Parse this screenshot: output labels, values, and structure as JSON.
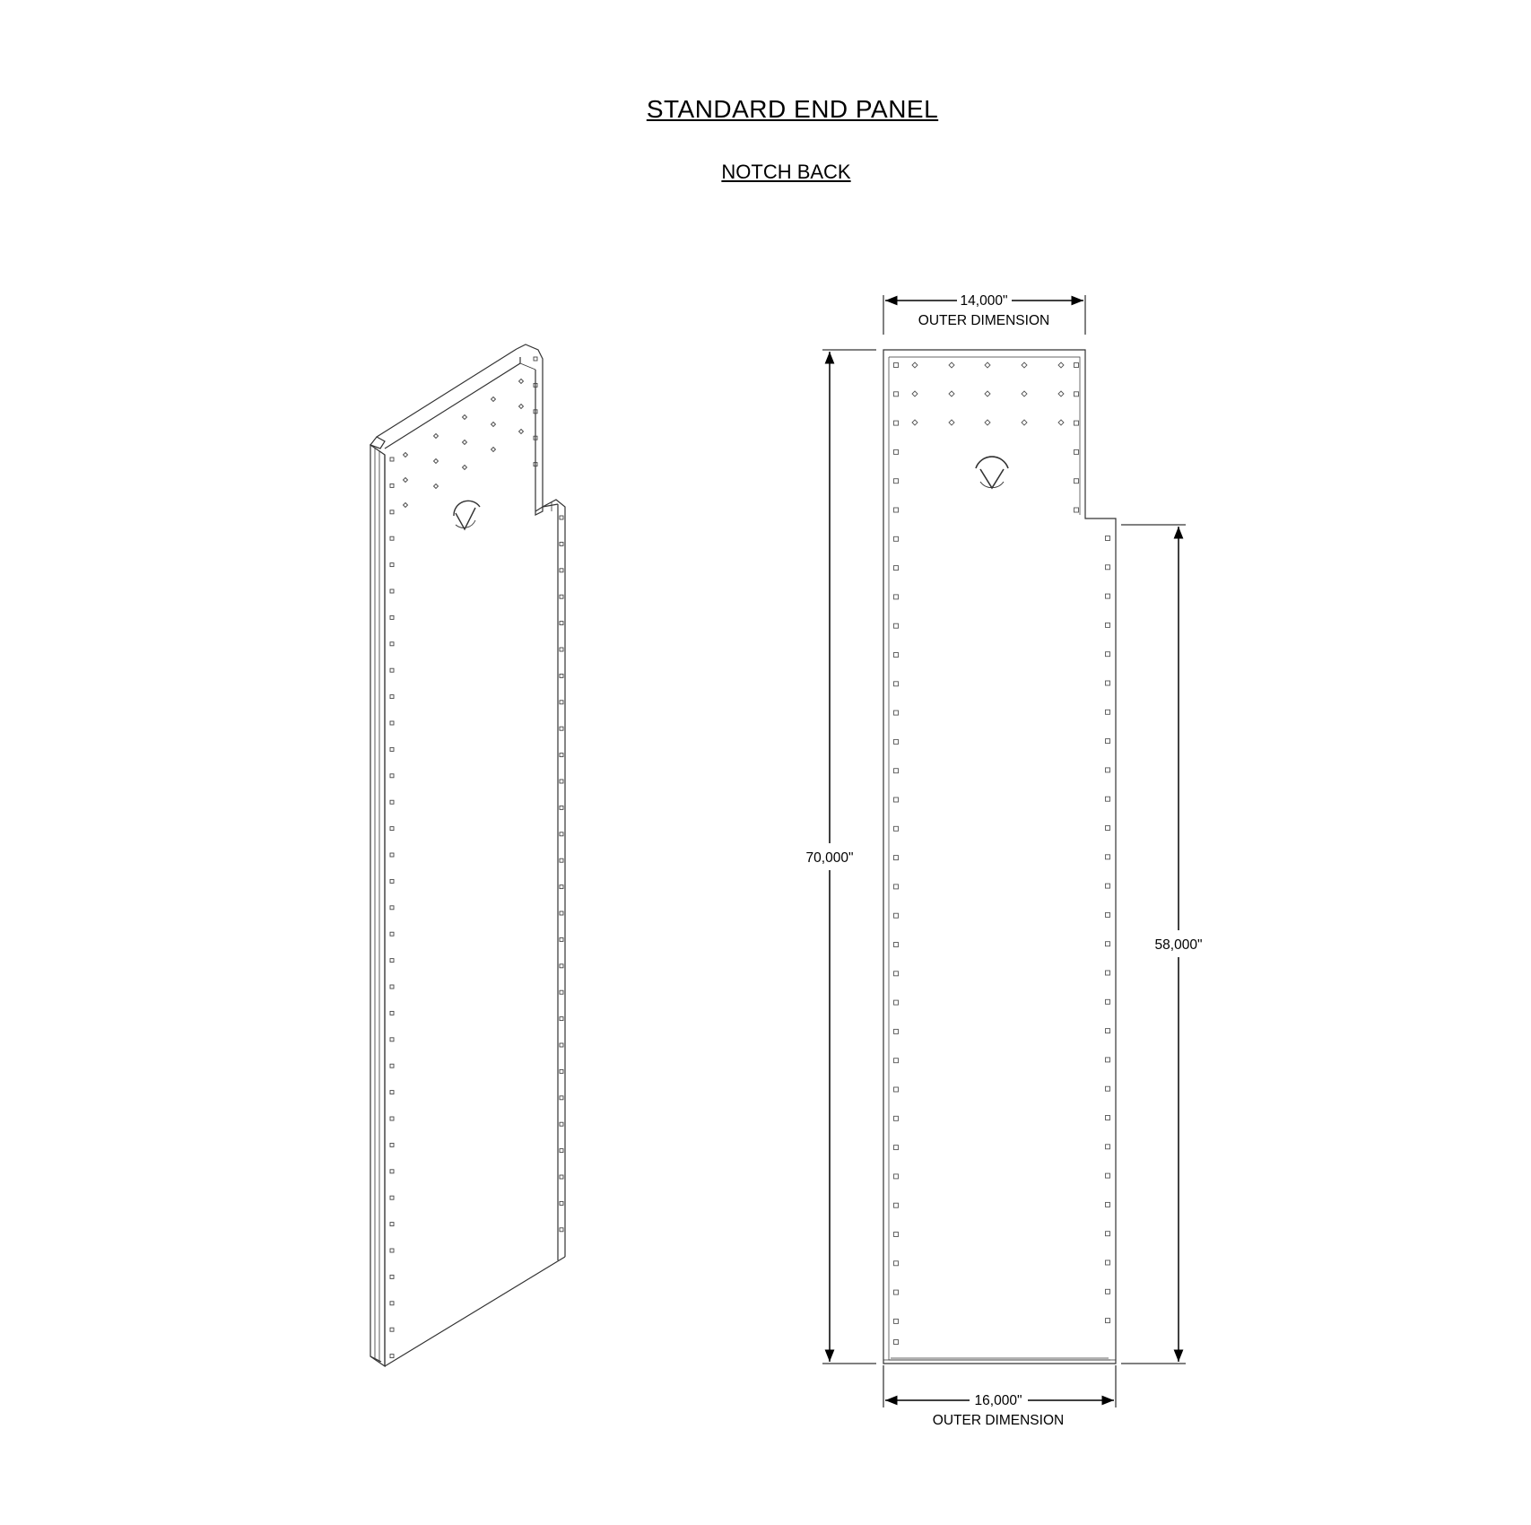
{
  "title": "STANDARD END PANEL",
  "subtitle": "NOTCH BACK",
  "dimensions": {
    "top_width": "14,000\"",
    "top_width_note": "OUTER DIMENSION",
    "bottom_width": "16,000\"",
    "bottom_width_note": "OUTER DIMENSION",
    "total_height": "70,000\"",
    "lower_height": "58,000\""
  },
  "logo_icon": "v-logo-icon"
}
